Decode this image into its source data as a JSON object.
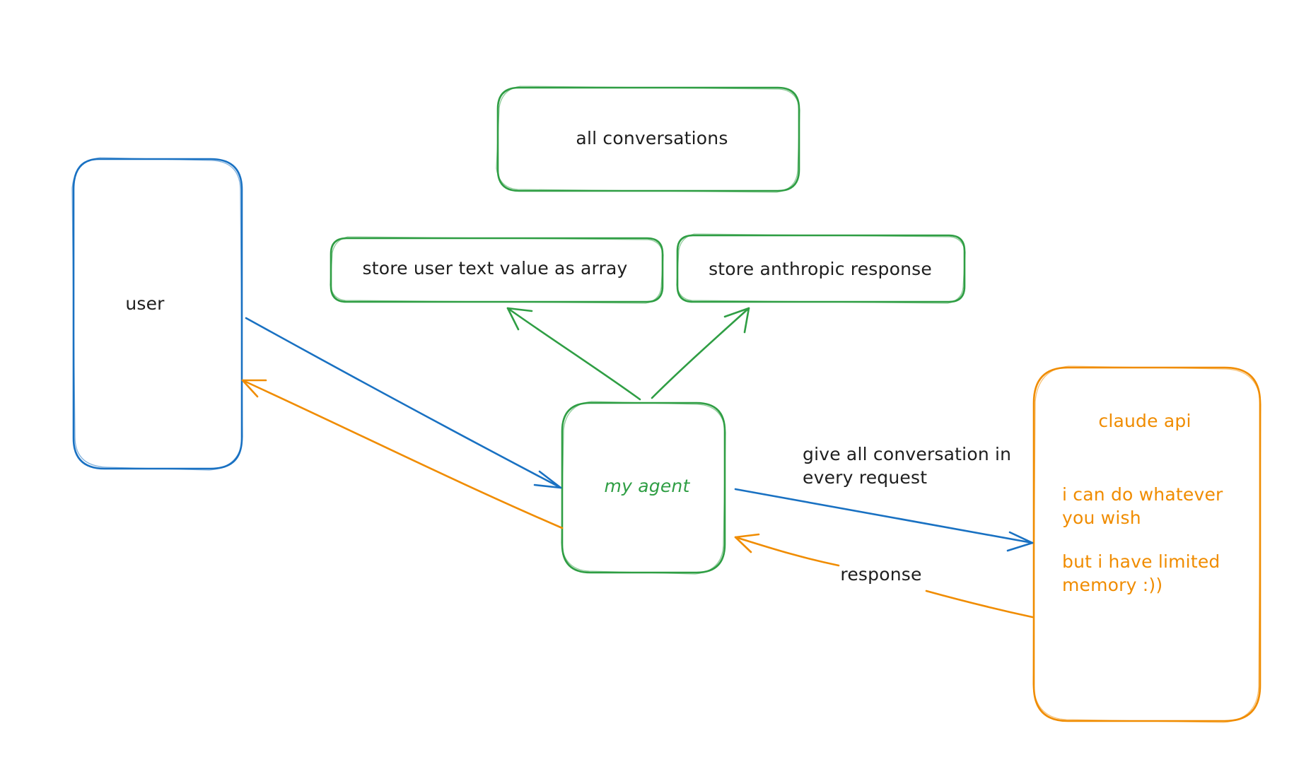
{
  "colors": {
    "blue": "#1971c2",
    "green": "#2f9e44",
    "orange": "#f08c00",
    "text": "#1e1e1e"
  },
  "nodes": {
    "user": {
      "label": "user"
    },
    "all_conversations": {
      "label": "all conversations"
    },
    "store_user": {
      "label": "store user text value as array"
    },
    "store_anthropic": {
      "label": "store anthropic response"
    },
    "my_agent": {
      "label": "my agent"
    },
    "claude_api": {
      "title": "claude api",
      "line1": "i can do whatever",
      "line2": "you wish",
      "line3": "but i have limited",
      "line4": "memory :))"
    }
  },
  "edges": {
    "request": {
      "line1": "give all conversation in",
      "line2": "every request"
    },
    "response": {
      "label": "response"
    }
  }
}
